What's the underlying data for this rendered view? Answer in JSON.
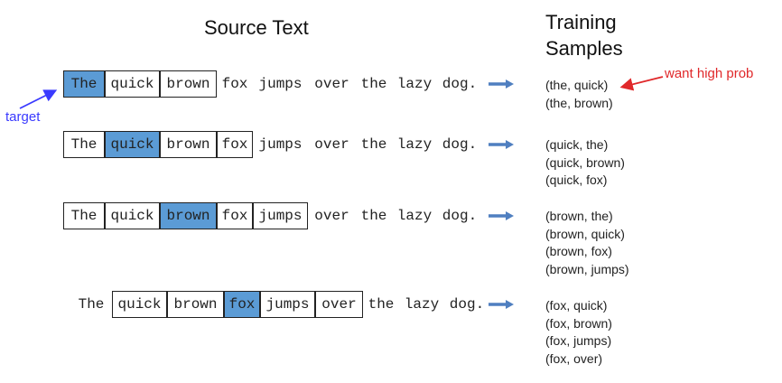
{
  "titles": {
    "source": "Source Text",
    "samples_line1": "Training",
    "samples_line2": "Samples"
  },
  "annotations": {
    "target": "target",
    "want_high_prob": "want high prob"
  },
  "colors": {
    "highlight": "#5b9bd5",
    "arrow": "#4f7fc0",
    "target_label": "#3a3aff",
    "high_prob_label": "#e0282a"
  },
  "rows": [
    {
      "words": [
        "The",
        "quick",
        "brown",
        "fox",
        "jumps",
        "over",
        "the",
        "lazy",
        "dog."
      ],
      "target_index": 0,
      "window": [
        0,
        2
      ],
      "samples": [
        "(the, quick)",
        "(the, brown)"
      ]
    },
    {
      "words": [
        "The",
        "quick",
        "brown",
        "fox",
        "jumps",
        "over",
        "the",
        "lazy",
        "dog."
      ],
      "target_index": 1,
      "window": [
        0,
        3
      ],
      "samples": [
        "(quick, the)",
        "(quick, brown)",
        "(quick, fox)"
      ]
    },
    {
      "words": [
        "The",
        "quick",
        "brown",
        "fox",
        "jumps",
        "over",
        "the",
        "lazy",
        "dog."
      ],
      "target_index": 2,
      "window": [
        0,
        4
      ],
      "samples": [
        "(brown, the)",
        "(brown, quick)",
        "(brown, fox)",
        "(brown, jumps)"
      ]
    },
    {
      "words": [
        "The",
        "quick",
        "brown",
        "fox",
        "jumps",
        "over",
        "the",
        "lazy",
        "dog."
      ],
      "target_index": 3,
      "window": [
        1,
        5
      ],
      "samples": [
        "(fox, quick)",
        "(fox, brown)",
        "(fox, jumps)",
        "(fox, over)"
      ]
    }
  ]
}
